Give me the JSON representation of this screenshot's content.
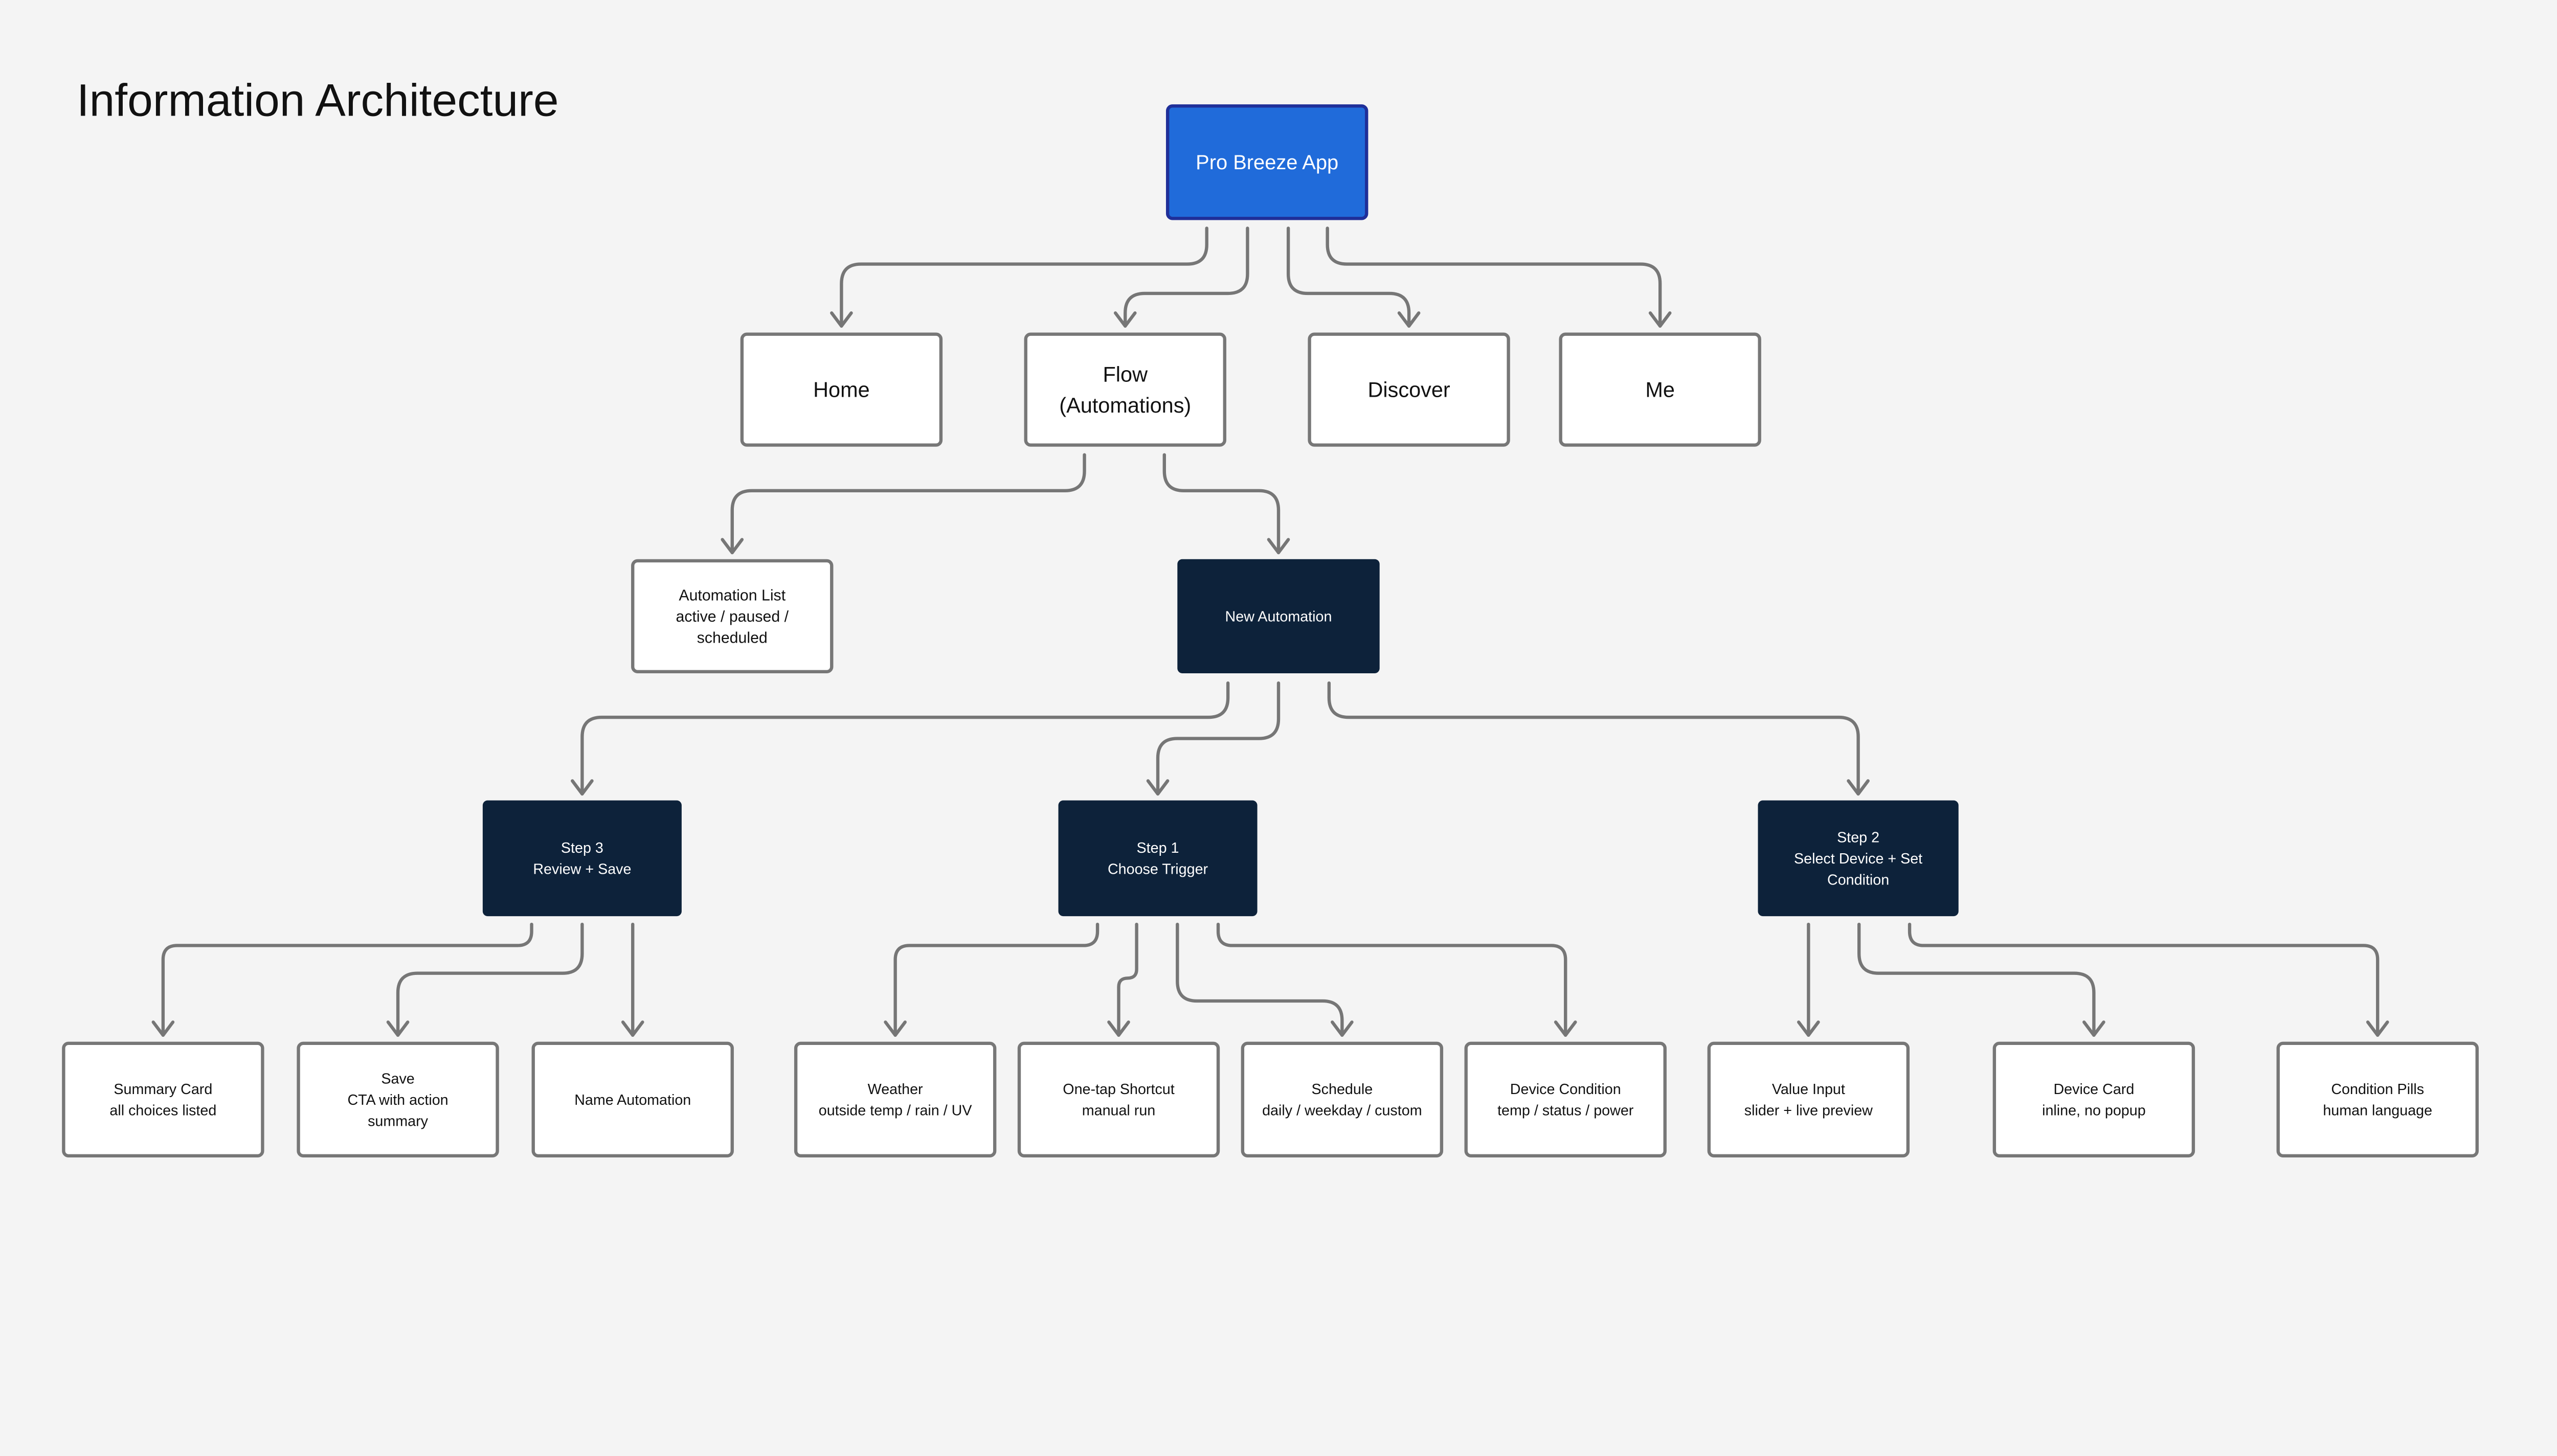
{
  "page_title": "Information Architecture",
  "colors": {
    "background": "#f4f4f4",
    "root_fill": "#206bda",
    "root_border": "#1f2f99",
    "dark_fill": "#0d223a",
    "box_border": "#777777",
    "connector": "#767676"
  },
  "nodes": [
    {
      "id": "root",
      "style": "root",
      "lines": [
        "Pro Breeze App"
      ]
    },
    {
      "id": "home",
      "style": "light",
      "lines": [
        "Home"
      ]
    },
    {
      "id": "flow",
      "style": "light",
      "lines": [
        "Flow",
        "(Automations)"
      ]
    },
    {
      "id": "discover",
      "style": "light",
      "lines": [
        "Discover"
      ]
    },
    {
      "id": "me",
      "style": "light",
      "lines": [
        "Me"
      ]
    },
    {
      "id": "automation-list",
      "style": "light-small",
      "lines": [
        "Automation List",
        "active / paused /",
        "scheduled"
      ]
    },
    {
      "id": "new-automation",
      "style": "dark",
      "lines": [
        "New Automation"
      ]
    },
    {
      "id": "step3",
      "style": "dark",
      "lines": [
        "Step 3",
        "Review + Save"
      ]
    },
    {
      "id": "step1",
      "style": "dark",
      "lines": [
        "Step 1",
        "Choose Trigger"
      ]
    },
    {
      "id": "step2",
      "style": "dark",
      "lines": [
        "Step 2",
        "Select Device + Set",
        "Condition"
      ]
    },
    {
      "id": "summary-card",
      "style": "leaf",
      "lines": [
        "Summary Card",
        "all choices listed"
      ]
    },
    {
      "id": "save",
      "style": "leaf",
      "lines": [
        "Save",
        "CTA with action",
        "summary"
      ]
    },
    {
      "id": "name-automation",
      "style": "leaf",
      "lines": [
        "Name Automation"
      ]
    },
    {
      "id": "weather",
      "style": "leaf",
      "lines": [
        "Weather",
        "outside temp / rain / UV"
      ]
    },
    {
      "id": "one-tap-shortcut",
      "style": "leaf",
      "lines": [
        "One-tap Shortcut",
        "manual run"
      ]
    },
    {
      "id": "schedule",
      "style": "leaf",
      "lines": [
        "Schedule",
        "daily / weekday / custom"
      ]
    },
    {
      "id": "device-condition",
      "style": "leaf",
      "lines": [
        "Device Condition",
        "temp / status / power"
      ]
    },
    {
      "id": "value-input",
      "style": "leaf",
      "lines": [
        "Value Input",
        "slider + live preview"
      ]
    },
    {
      "id": "device-card",
      "style": "leaf",
      "lines": [
        "Device Card",
        "inline, no popup"
      ]
    },
    {
      "id": "condition-pills",
      "style": "leaf",
      "lines": [
        "Condition Pills",
        "human language"
      ]
    }
  ],
  "edges": [
    {
      "from": "root",
      "to": "home"
    },
    {
      "from": "root",
      "to": "flow"
    },
    {
      "from": "root",
      "to": "discover"
    },
    {
      "from": "root",
      "to": "me"
    },
    {
      "from": "flow",
      "to": "automation-list"
    },
    {
      "from": "flow",
      "to": "new-automation"
    },
    {
      "from": "new-automation",
      "to": "step3"
    },
    {
      "from": "new-automation",
      "to": "step1"
    },
    {
      "from": "new-automation",
      "to": "step2"
    },
    {
      "from": "step3",
      "to": "summary-card"
    },
    {
      "from": "step3",
      "to": "save"
    },
    {
      "from": "step3",
      "to": "name-automation"
    },
    {
      "from": "step1",
      "to": "weather"
    },
    {
      "from": "step1",
      "to": "one-tap-shortcut"
    },
    {
      "from": "step1",
      "to": "schedule"
    },
    {
      "from": "step1",
      "to": "device-condition"
    },
    {
      "from": "step2",
      "to": "value-input"
    },
    {
      "from": "step2",
      "to": "device-card"
    },
    {
      "from": "step2",
      "to": "condition-pills"
    }
  ]
}
